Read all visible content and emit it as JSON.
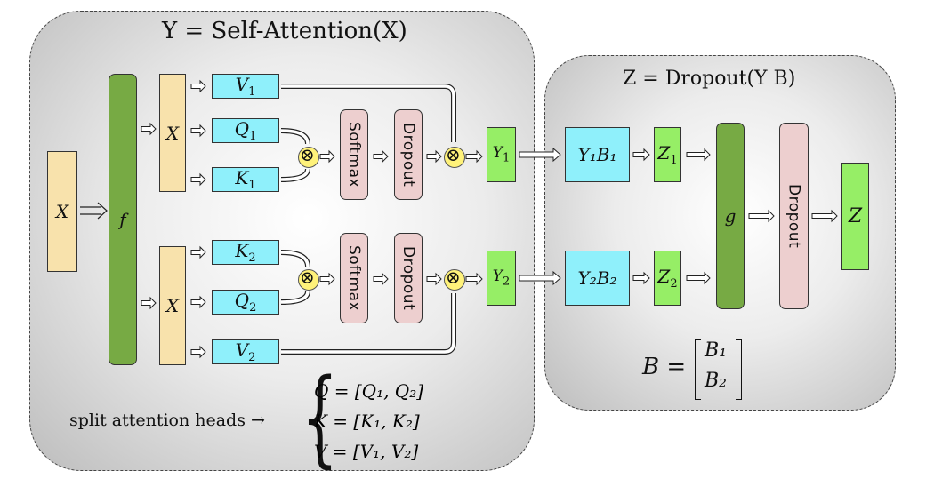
{
  "left_panel": {
    "title": "Y = Self-Attention(X)",
    "input": "X",
    "f_block": "f",
    "head1": {
      "x": "X",
      "v": "V",
      "q": "Q",
      "k": "K",
      "idx": "1",
      "softmax": "Softmax",
      "dropout": "Dropout",
      "y": "Y"
    },
    "head2": {
      "x": "X",
      "v": "V",
      "q": "Q",
      "k": "K",
      "idx": "2",
      "softmax": "Softmax",
      "dropout": "Dropout",
      "y": "Y"
    },
    "split_label": "split attention heads →",
    "split_eqs": [
      "Q = [Q₁, Q₂]",
      "K = [K₁, K₂]",
      "V = [V₁, V₂]"
    ]
  },
  "right_panel": {
    "title": "Z = Dropout(Y B)",
    "yb1": "Y₁B₁",
    "yb2": "Y₂B₂",
    "z1": "Z",
    "z2": "Z",
    "g_block": "g",
    "dropout": "Dropout",
    "output": "Z",
    "b_lhs": "B =",
    "b_row1": "B₁",
    "b_row2": "B₂"
  },
  "operator_symbol": "⊗",
  "colors": {
    "beige": "#f8e2ac",
    "olive": "#77aa44",
    "cyan": "#8ff0fb",
    "light_green": "#96ee66",
    "pink": "#edcfcf",
    "multiply": "#fff27a"
  }
}
